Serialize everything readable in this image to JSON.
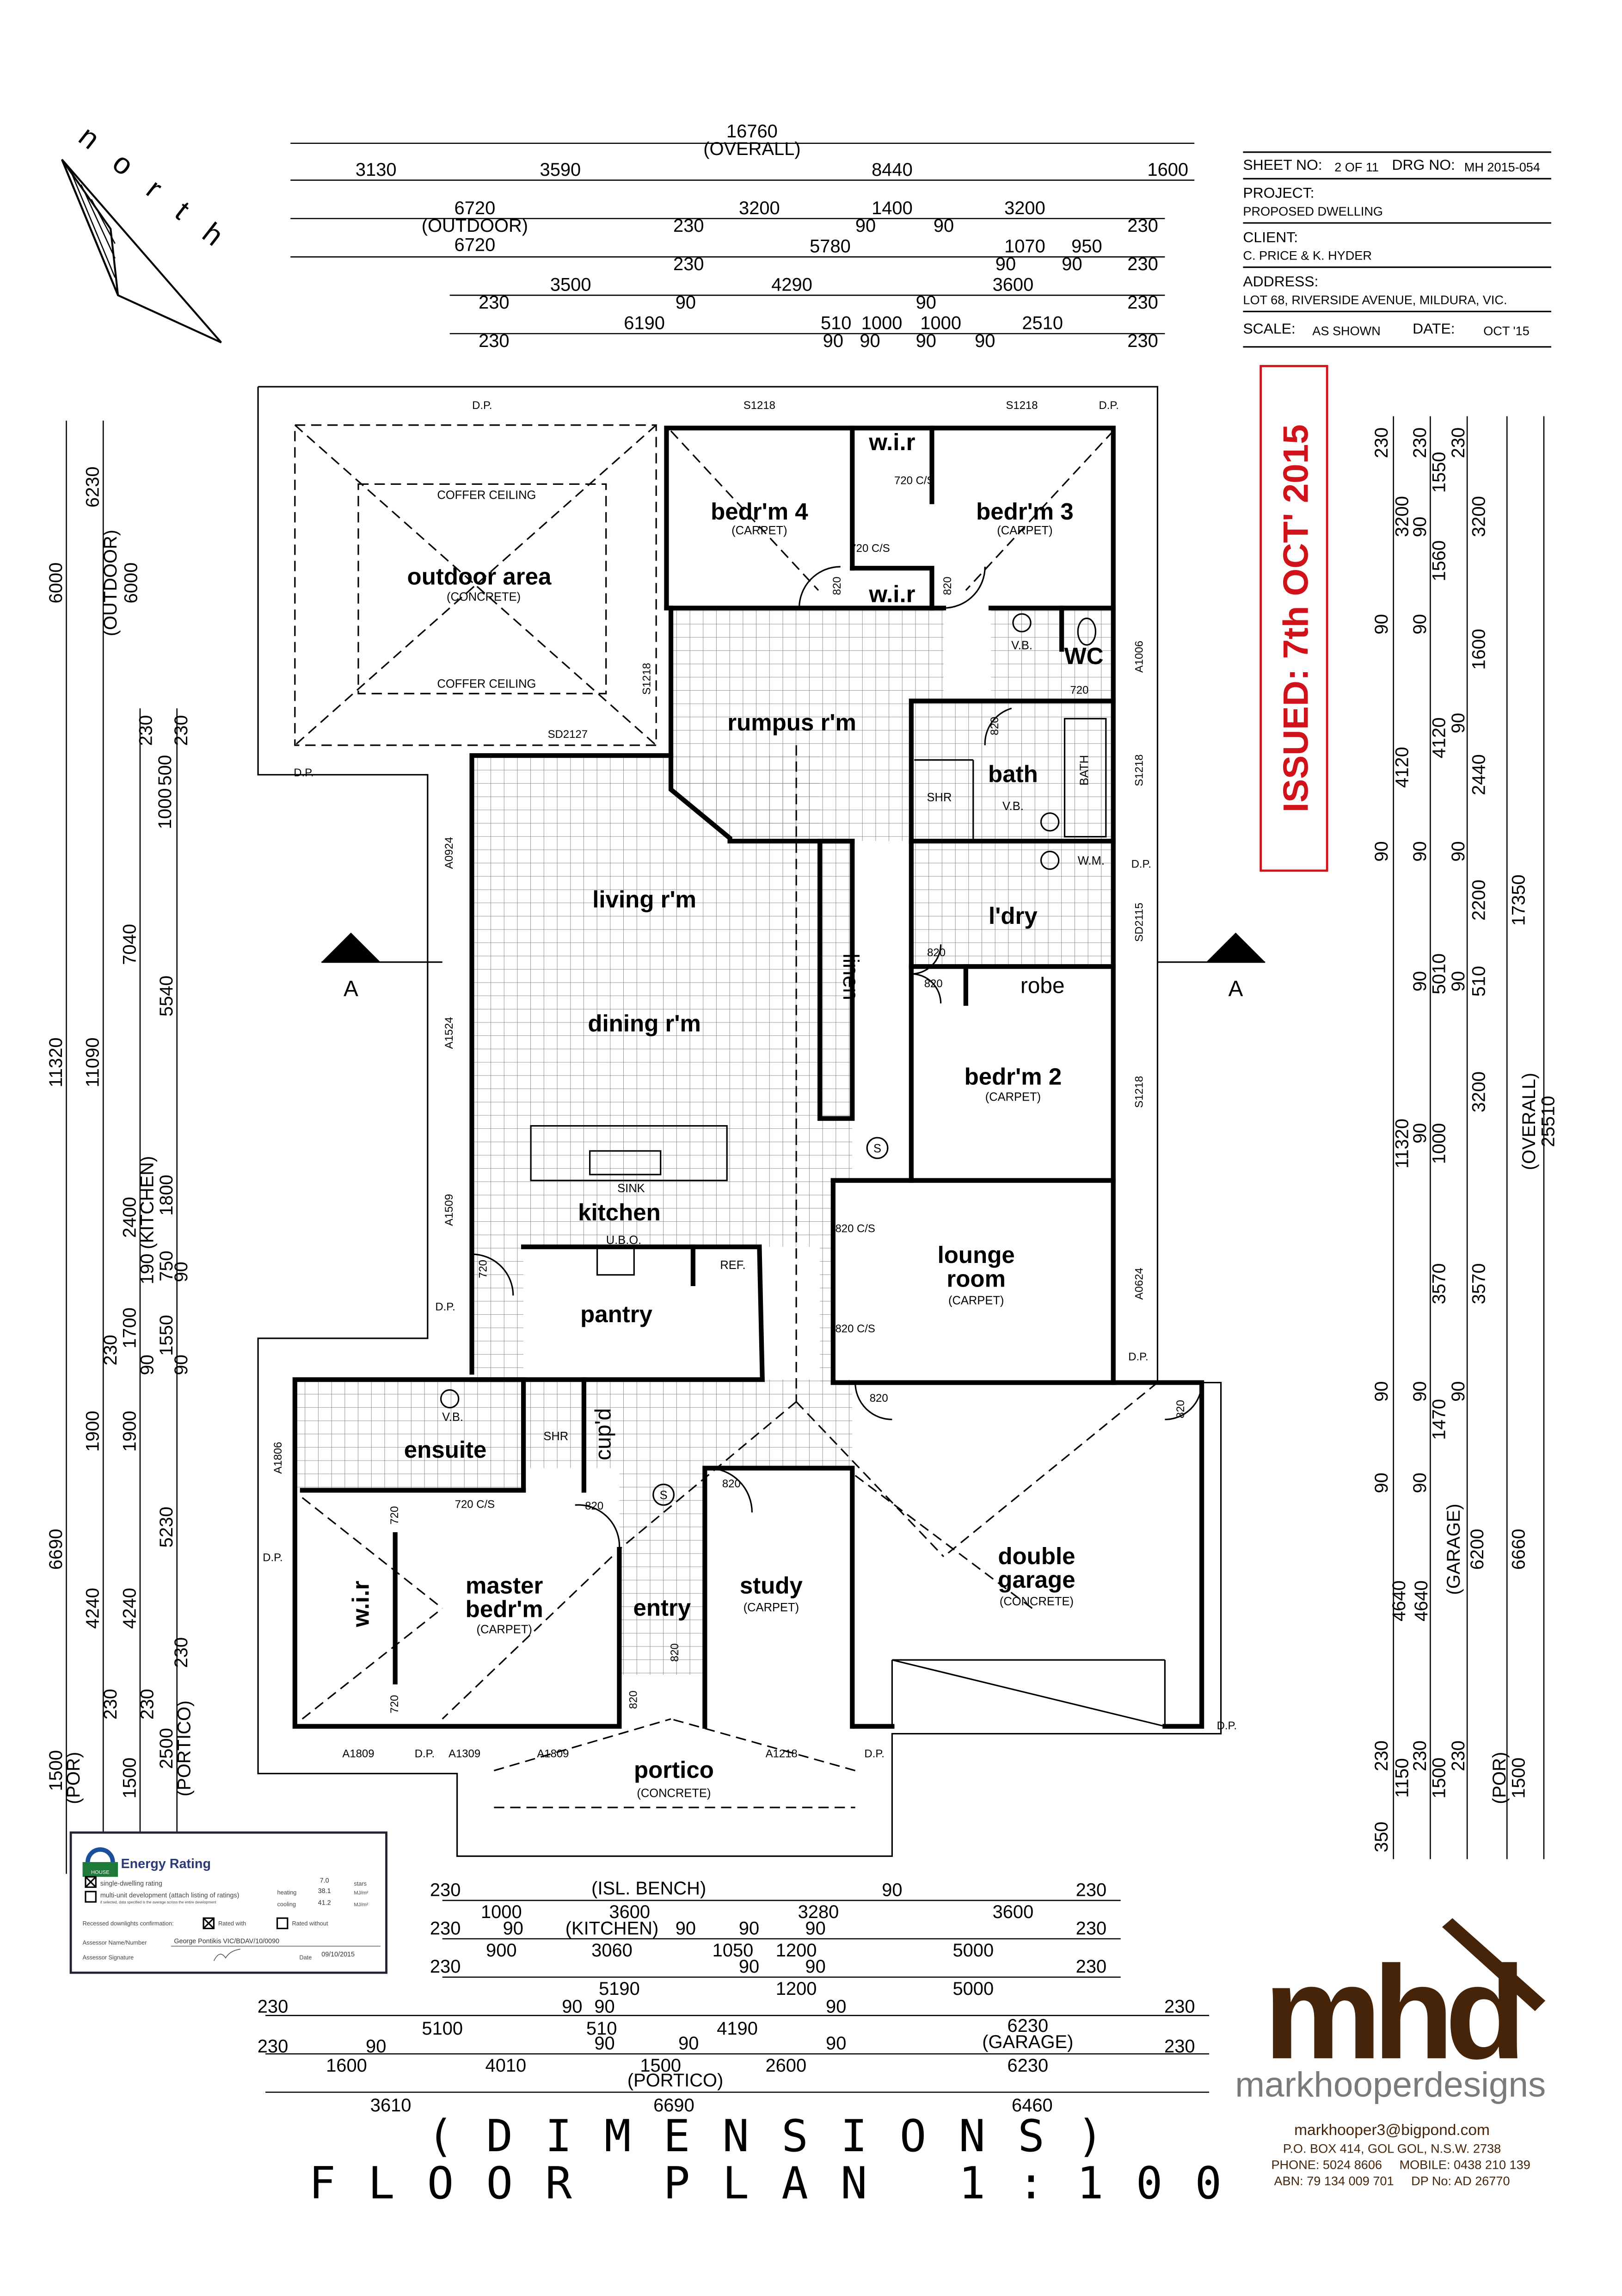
{
  "title_block": {
    "sheet_label": "SHEET NO:",
    "sheet_value": "2 OF 11",
    "drg_label": "DRG NO:",
    "drg_value": "MH 2015-054",
    "project_label": "PROJECT:",
    "project_value": "PROPOSED DWELLING",
    "client_label": "CLIENT:",
    "client_value": "C. PRICE & K. HYDER",
    "address_label": "ADDRESS:",
    "address_value": "LOT 68, RIVERSIDE AVENUE, MILDURA, VIC.",
    "scale_label": "SCALE:",
    "scale_value": "AS SHOWN",
    "date_label": "DATE:",
    "date_value": "OCT '15"
  },
  "issued_stamp": {
    "text": "ISSUED: 7th OCT' 2015",
    "color": "#d0121b"
  },
  "north_label": "north",
  "section_marker": "A",
  "drawing_title": {
    "line1": "(DIMENSIONS)",
    "line2": "FLOOR PLAN 1:100"
  },
  "energy_rating": {
    "title": "Energy Rating",
    "logo_text": "HOUSE",
    "single_label": "single-dwelling rating",
    "single_checked": true,
    "multi_label": "multi-unit development (attach listing of ratings)",
    "multi_note": "if selected, data specified is the average across the entire development",
    "multi_checked": false,
    "stars_value": "7.0",
    "stars_unit": "stars",
    "heating_label": "heating",
    "heating_value": "38.1",
    "heating_unit": "MJ/m²",
    "cooling_label": "cooling",
    "cooling_value": "41.2",
    "cooling_unit": "MJ/m²",
    "downlights_label": "Recessed downlights confirmation:",
    "rated_with": "Rated with",
    "rated_without": "Rated without",
    "assessor_label": "Assessor Name/Number",
    "assessor_value": "George Pontikis VIC/BDAV/10/0090",
    "signature_label": "Assessor Signature",
    "date_label": "Date",
    "date_value": "09/10/2015"
  },
  "logo": {
    "mark": "mhd",
    "wordmark": "markhooperdesigns",
    "brand_color": "#452409",
    "wordmark_color": "#7a7a7a",
    "email": "markhooper3@bigpond.com",
    "po_box": "P.O. BOX 414, GOL GOL, N.S.W.  2738",
    "phone": "PHONE: 5024 8606     MOBILE: 0438 210 139",
    "abn": "ABN: 79 134 009 701     DP No: AD 26770"
  },
  "rooms": [
    "outdoor area",
    "(CONCRETE)",
    "COFFER CEILING",
    "COFFER CEILING",
    "bedr'm 4",
    "(CARPET)",
    "w.i.r",
    "w.i.r",
    "bedr'm 3",
    "(CARPET)",
    "WC",
    "rumpus r'm",
    "bath",
    "SHR",
    "BATH",
    "l'dry",
    "robe",
    "bedr'm 2",
    "(CARPET)",
    "linen",
    "living r'm",
    "dining r'm",
    "kitchen",
    "SINK",
    "U.B.O.",
    "REF.",
    "pantry",
    "lounge",
    "room",
    "(CARPET)",
    "ensuite",
    "SHR",
    "cup'd",
    "w.i.r",
    "master",
    "bedr'm",
    "(CARPET)",
    "entry",
    "study",
    "(CARPET)",
    "double",
    "garage",
    "(CONCRETE)",
    "portico",
    "(CONCRETE)",
    "V.B.",
    "V.B.",
    "V.B.",
    "W.M.",
    "S",
    "S"
  ],
  "openings": [
    "D.P.",
    "S1218",
    "S1218",
    "D.P.",
    "SD2127",
    "S1218",
    "A0924",
    "A1524",
    "A1509",
    "D.P.",
    "A1006",
    "S1218",
    "D.P.",
    "SD2115",
    "S1218",
    "A0624",
    "D.P.",
    "A1806",
    "D.P.",
    "A1809",
    "D.P.",
    "A1309",
    "A1809",
    "A1218",
    "D.P.",
    "D.P.",
    "D.P.",
    "820",
    "820",
    "720 C/S",
    "720 C/S",
    "720",
    "820",
    "820",
    "820",
    "820",
    "820 C/S",
    "820 C/S",
    "720",
    "820",
    "720 C/S",
    "820",
    "820",
    "820",
    "720",
    "720",
    "820"
  ],
  "dims": {
    "top": [
      "16760",
      "(OVERALL)",
      "3130",
      "3590",
      "8440",
      "1600",
      "6720",
      "(OUTDOOR)",
      "6720",
      "3200",
      "1400",
      "3200",
      "230",
      "90",
      "90",
      "230",
      "5780",
      "1070",
      "950",
      "90",
      "90",
      "230",
      "230",
      "3500",
      "4290",
      "3600",
      "230",
      "90",
      "90",
      "230",
      "6190",
      "510",
      "1000",
      "1000",
      "2510",
      "230",
      "90",
      "90",
      "90",
      "90",
      "230"
    ],
    "left": [
      "6000",
      "6230",
      "(OUTDOOR)",
      "6000",
      "230",
      "230",
      "500",
      "1000",
      "7040",
      "5540",
      "11320",
      "11090",
      "2400",
      "(KITCHEN)",
      "1800",
      "190",
      "750",
      "90",
      "1700",
      "1550",
      "230",
      "90",
      "90",
      "6690",
      "1900",
      "1900",
      "4240",
      "4240",
      "5230",
      "230",
      "230",
      "230",
      "1500",
      "(POR)",
      "1500",
      "2500",
      "(PORTICO)"
    ],
    "right": [
      "230",
      "3200",
      "230",
      "1550",
      "230",
      "90",
      "1560",
      "3200",
      "90",
      "90",
      "1600",
      "4120",
      "4120",
      "90",
      "2440",
      "90",
      "90",
      "90",
      "2200",
      "17350",
      "5010",
      "90",
      "90",
      "510",
      "3200",
      "(OVERALL)",
      "25510",
      "11320",
      "90",
      "1000",
      "3570",
      "3570",
      "90",
      "90",
      "1470",
      "90",
      "90",
      "90",
      "4640",
      "4640",
      "(GARAGE)",
      "6200",
      "6660",
      "230",
      "1150",
      "230",
      "1500",
      "230",
      "(POR)",
      "1500",
      "350"
    ],
    "bottom": [
      "(ISL. BENCH)",
      "230",
      "90",
      "230",
      "1000",
      "3600",
      "3280",
      "3600",
      "230",
      "90",
      "(KITCHEN)",
      "90",
      "90",
      "90",
      "230",
      "900",
      "3060",
      "1050",
      "1200",
      "5000",
      "90",
      "90",
      "230",
      "230",
      "5190",
      "1200",
      "5000",
      "230",
      "90",
      "90",
      "90",
      "230",
      "5100",
      "510",
      "4190",
      "6230",
      "(GARAGE)",
      "230",
      "90",
      "90",
      "90",
      "90",
      "230",
      "1600",
      "4010",
      "1500",
      "(PORTICO)",
      "2600",
      "6230",
      "3610",
      "6690",
      "6460"
    ]
  }
}
